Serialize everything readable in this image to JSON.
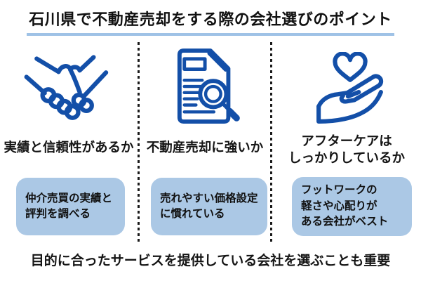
{
  "title": {
    "text": "石川県で不動産売却をする際の会社選びのポイント"
  },
  "columns": [
    {
      "icon": "handshake-icon",
      "caption": "実績と信頼性があるか",
      "box": "仲介売買の実績と\n評判を調べる"
    },
    {
      "icon": "document-search-icon",
      "caption": "不動産売却に強いか",
      "box": "売れやすい価格設定\nに慣れている"
    },
    {
      "icon": "hand-heart-icon",
      "caption": "アフターケアは\nしっかりしているか",
      "box": "フットワークの\n軽さや心配りが\nある会社がベスト"
    }
  ],
  "footer": {
    "text": "目的に合ったサービスを提供している会社を選ぶことも重要"
  },
  "colors": {
    "icon_blue": "#134fa8",
    "box_fill": "#abc8e5",
    "title_underline": "#9fc2e6",
    "divider": "#1b1b1b",
    "text": "#111111"
  }
}
